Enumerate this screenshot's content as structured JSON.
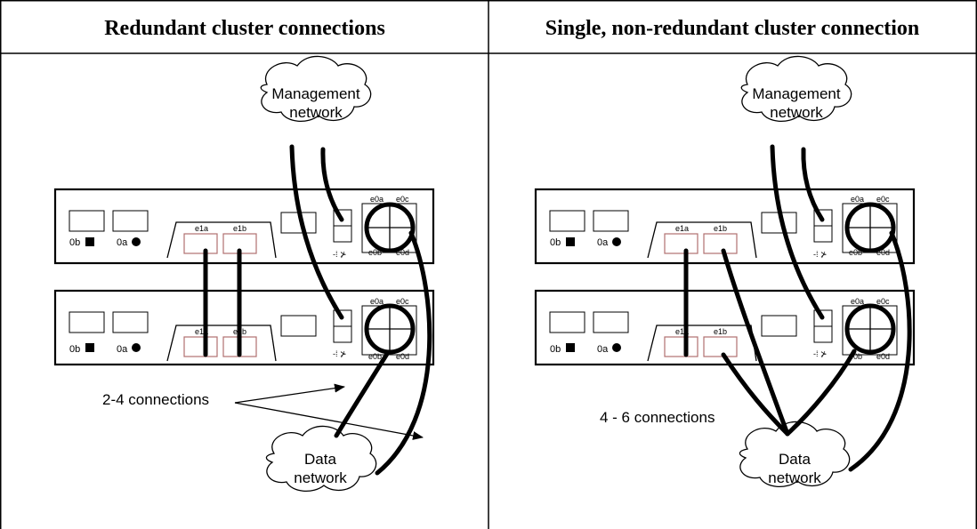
{
  "panels": [
    {
      "title": "Redundant cluster connections",
      "management_cloud": [
        "Management",
        "network"
      ],
      "data_cloud": [
        "Data",
        "network"
      ],
      "annotation": "2-4 connections",
      "slots": {
        "slot_0b": "0b",
        "slot_0a": "0a"
      },
      "ports": {
        "e1a": "e1a",
        "e1b": "e1b",
        "e0a": "e0a",
        "e0b": "e0b",
        "e0c": "e0c",
        "e0d": "e0d"
      }
    },
    {
      "title": "Single, non-redundant cluster connection",
      "management_cloud": [
        "Management",
        "network"
      ],
      "data_cloud": [
        "Data",
        "network"
      ],
      "annotation": "4 - 6 connections",
      "slots": {
        "slot_0b": "0b",
        "slot_0a": "0a"
      },
      "ports": {
        "e1a": "e1a",
        "e1b": "e1b",
        "e0a": "e0a",
        "e0b": "e0b",
        "e0c": "e0c",
        "e0d": "e0d"
      }
    }
  ]
}
